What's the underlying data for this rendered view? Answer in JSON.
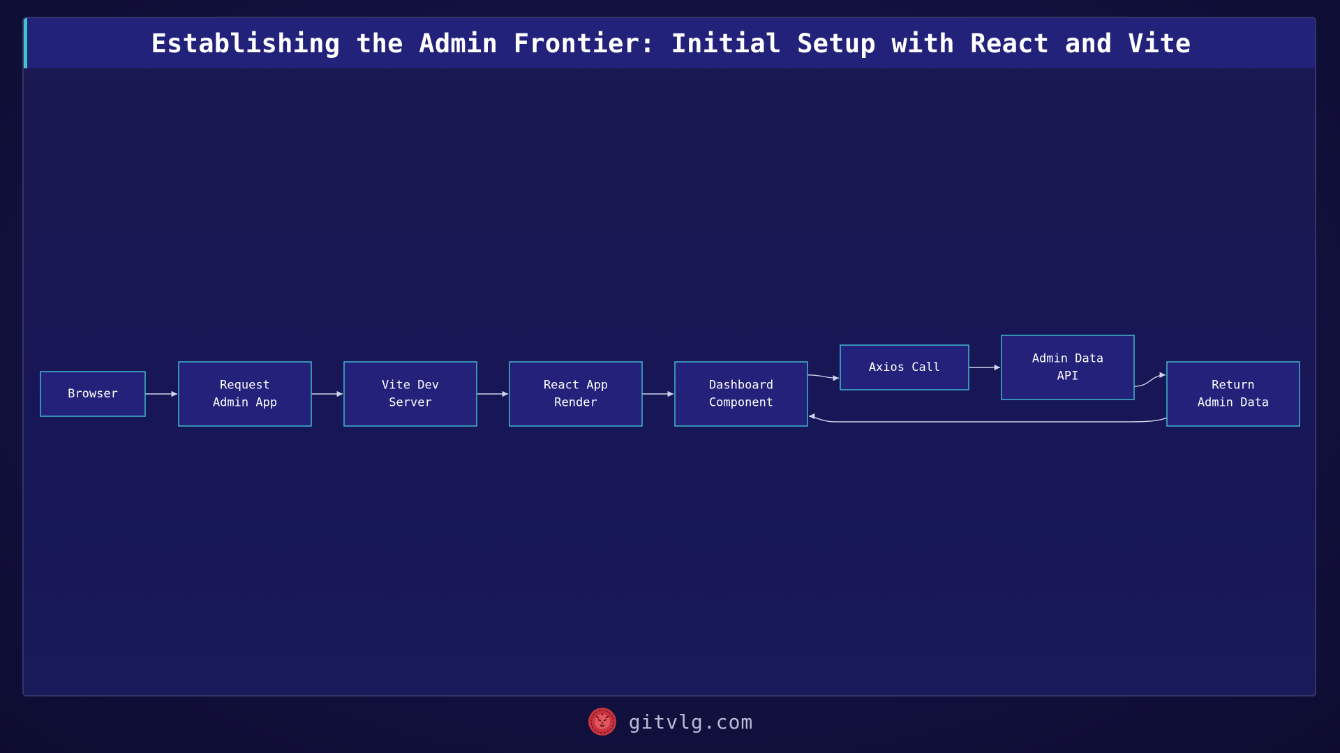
{
  "title": "Establishing the Admin Frontier: Initial Setup with React and Vite",
  "nodes": [
    {
      "id": "browser",
      "lines": [
        "Browser"
      ]
    },
    {
      "id": "request",
      "lines": [
        "Request",
        "Admin App"
      ]
    },
    {
      "id": "vite",
      "lines": [
        "Vite Dev",
        "Server"
      ]
    },
    {
      "id": "react",
      "lines": [
        "React App",
        "Render"
      ]
    },
    {
      "id": "dashboard",
      "lines": [
        "Dashboard",
        "Component"
      ]
    },
    {
      "id": "axios",
      "lines": [
        "Axios Call"
      ]
    },
    {
      "id": "api",
      "lines": [
        "Admin Data",
        "API"
      ]
    },
    {
      "id": "return",
      "lines": [
        "Return",
        "Admin Data"
      ]
    }
  ],
  "edges": [
    {
      "from": "browser",
      "to": "request"
    },
    {
      "from": "request",
      "to": "vite"
    },
    {
      "from": "vite",
      "to": "react"
    },
    {
      "from": "react",
      "to": "dashboard"
    },
    {
      "from": "dashboard",
      "to": "axios"
    },
    {
      "from": "axios",
      "to": "api"
    },
    {
      "from": "api",
      "to": "return"
    },
    {
      "from": "return",
      "to": "dashboard"
    }
  ],
  "footer": {
    "site": "gitvlg.com",
    "logo_icon": "lion-logo-icon"
  },
  "colors": {
    "accent": "#3fc6c9",
    "node_fill": "#23217a",
    "node_stroke": "#3fb8d0",
    "title_bar": "#22227a",
    "logo": "#d23a4a"
  }
}
